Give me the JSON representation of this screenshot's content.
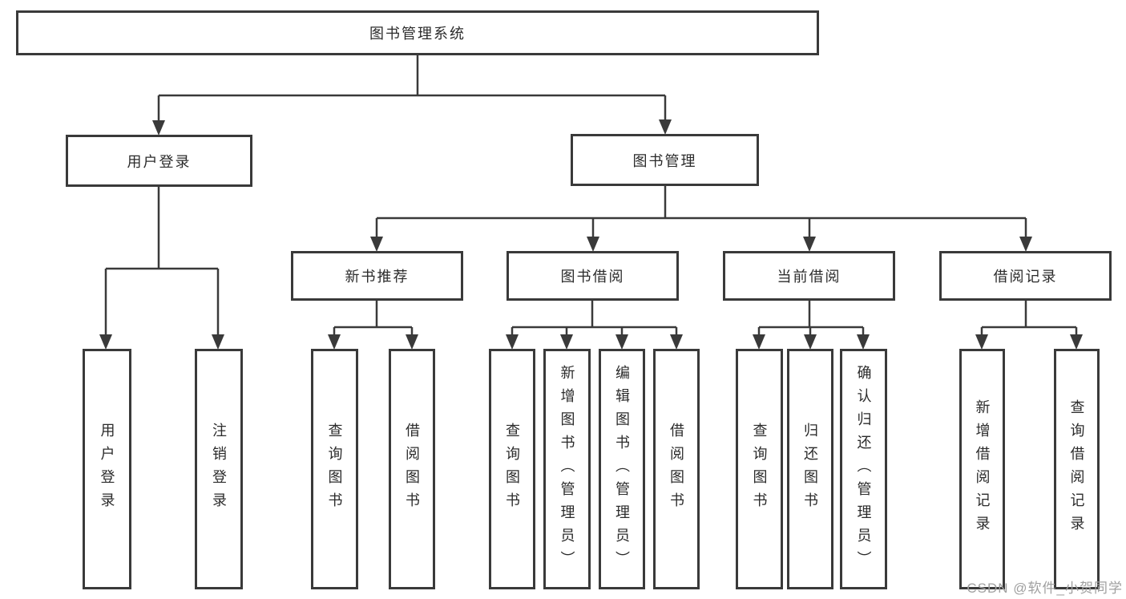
{
  "colors": {
    "line": "#3a3a3a",
    "text": "#2b2b2b",
    "box_background": "#ffffff",
    "watermark": "#a0a0a0"
  },
  "diagram": {
    "title": "图书管理系统",
    "branches": [
      {
        "label": "用户登录",
        "children": [
          {
            "label": "用户登录"
          },
          {
            "label": "注销登录"
          }
        ]
      },
      {
        "label": "图书管理",
        "children": [
          {
            "label": "新书推荐",
            "children": [
              {
                "label": "查询图书"
              },
              {
                "label": "借阅图书"
              }
            ]
          },
          {
            "label": "图书借阅",
            "children": [
              {
                "label": "查询图书"
              },
              {
                "label": "新增图书（管理员）"
              },
              {
                "label": "编辑图书（管理员）"
              },
              {
                "label": "借阅图书"
              }
            ]
          },
          {
            "label": "当前借阅",
            "children": [
              {
                "label": "查询图书"
              },
              {
                "label": "归还图书"
              },
              {
                "label": "确认归还（管理员）"
              }
            ]
          },
          {
            "label": "借阅记录",
            "children": [
              {
                "label": "新增借阅记录"
              },
              {
                "label": "查询借阅记录"
              }
            ]
          }
        ]
      }
    ]
  },
  "watermark": {
    "text": "CSDN @软件_小贺同学"
  }
}
